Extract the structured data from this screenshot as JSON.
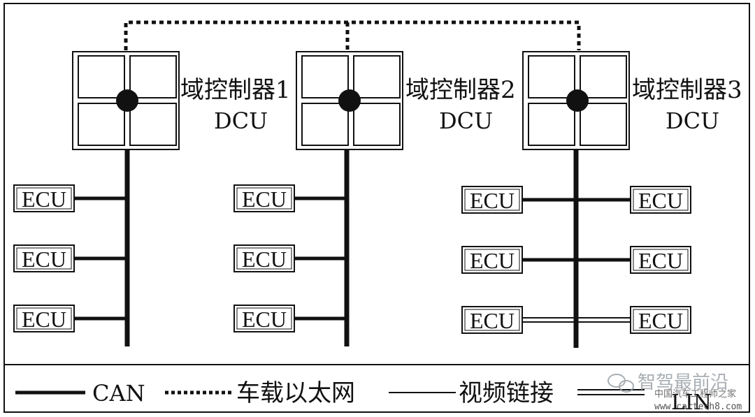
{
  "domains": [
    {
      "label": "域控制器1",
      "sublabel": "DCU"
    },
    {
      "label": "域控制器2",
      "sublabel": "DCU"
    },
    {
      "label": "域控制器3",
      "sublabel": "DCU"
    }
  ],
  "ecu_label": "ECU",
  "legend": {
    "can": "CAN",
    "ethernet": "车载以太网",
    "video": "视频链接",
    "lin": "LIN"
  },
  "watermark": {
    "name": "智驾最前沿",
    "sub": "中国汽车工程师之家",
    "url": "www.cartech8.com"
  }
}
